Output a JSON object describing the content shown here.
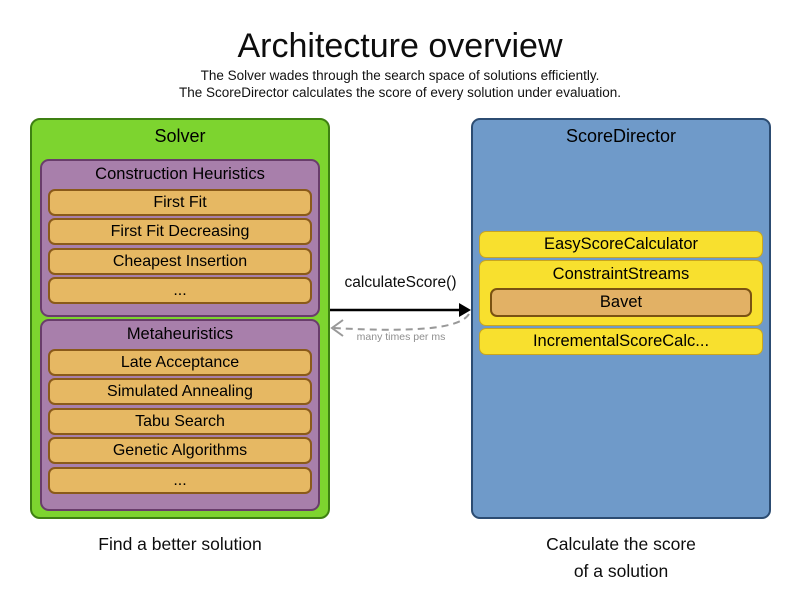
{
  "header": {
    "title": "Architecture overview",
    "subtitle_line1": "The Solver wades through the search space of solutions efficiently.",
    "subtitle_line2": "The ScoreDirector calculates the score of every solution under evaluation."
  },
  "solver": {
    "title": "Solver",
    "caption": "Find a better solution",
    "sections": [
      {
        "title": "Construction Heuristics",
        "items": [
          "First Fit",
          "First Fit Decreasing",
          "Cheapest Insertion",
          "..."
        ]
      },
      {
        "title": "Metaheuristics",
        "items": [
          "Late Acceptance",
          "Simulated Annealing",
          "Tabu Search",
          "Genetic Algorithms",
          "..."
        ]
      }
    ]
  },
  "score_director": {
    "title": "ScoreDirector",
    "caption_line1": "Calculate the score",
    "caption_line2": "of a solution",
    "calculators": [
      {
        "label": "EasyScoreCalculator"
      },
      {
        "label": "ConstraintStreams",
        "sub_items": [
          "Bavet"
        ]
      },
      {
        "label": "IncrementalScoreCalc..."
      }
    ]
  },
  "interaction": {
    "call_label": "calculateScore()",
    "return_label": "many times per ms"
  },
  "colors": {
    "solver_green": "#7dd42f",
    "solver_green_border": "#3e8012",
    "heuristic_purple": "#a87fab",
    "heuristic_purple_border": "#693d6b",
    "algorithm_orange": "#e6b863",
    "algorithm_orange_border": "#8a5a1a",
    "score_director_blue": "#6f9ac9",
    "score_director_blue_border": "#2c4c72",
    "calculator_yellow": "#f8e02e",
    "bavet_orange": "#e2b165",
    "return_arrow_gray": "#999999"
  }
}
